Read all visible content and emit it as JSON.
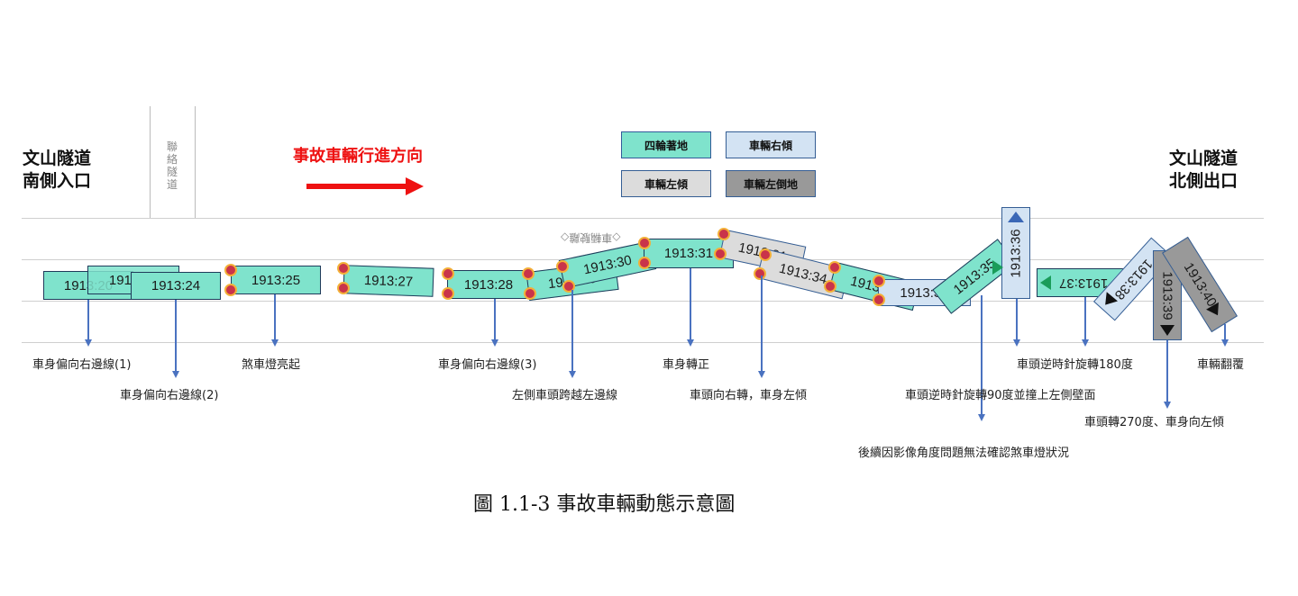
{
  "locations": {
    "south": {
      "line1": "文山隧道",
      "line2": "南側入口"
    },
    "north": {
      "line1": "文山隧道",
      "line2": "北側出口"
    },
    "connector": "聯絡隧道"
  },
  "direction_label": "事故車輛行進方向",
  "legend": [
    {
      "label": "四輪著地"
    },
    {
      "label": "車輛右傾"
    },
    {
      "label": "車輛左傾"
    },
    {
      "label": "車輛左倒地"
    }
  ],
  "ghost_text": "◇車輛駛離◇",
  "vehicles": [
    {
      "time": "1913:20"
    },
    {
      "time": "1913:22"
    },
    {
      "time": "1913:24"
    },
    {
      "time": "1913:25"
    },
    {
      "time": "1913:27"
    },
    {
      "time": "1913:28"
    },
    {
      "time": "1913:29"
    },
    {
      "time": "1913:30"
    },
    {
      "time": "1913:31"
    },
    {
      "time": "1913:31"
    },
    {
      "time": "1913:34"
    },
    {
      "time": "1913:32"
    },
    {
      "time": "1913:33"
    },
    {
      "time": "1913:35"
    },
    {
      "time": "1913:36"
    },
    {
      "time": "1913:37"
    },
    {
      "time": "1913:38"
    },
    {
      "time": "1913:39"
    },
    {
      "time": "1913:40"
    }
  ],
  "annotations": [
    {
      "text": "車身偏向右邊線(1)"
    },
    {
      "text": "車身偏向右邊線(2)"
    },
    {
      "text": "煞車燈亮起"
    },
    {
      "text": "車身偏向右邊線(3)"
    },
    {
      "text": "左側車頭跨越左邊線"
    },
    {
      "text": "車身轉正"
    },
    {
      "text": "車頭向右轉，車身左傾"
    },
    {
      "text": "後續因影像角度問題無法確認煞車燈狀況"
    },
    {
      "text": "車頭逆時針旋轉90度並撞上左側壁面"
    },
    {
      "text": "車頭逆時針旋轉180度"
    },
    {
      "text": "車頭轉270度、車身向左傾"
    },
    {
      "text": "車輛翻覆"
    }
  ],
  "colors": {
    "four_wheel": "#7fe3cc",
    "tilt_right": "#d3e3f3",
    "tilt_left": "#dcdcdc",
    "left_down": "#999999",
    "direction": "#ee1111",
    "callout": "#4a72c0"
  },
  "caption": "圖 1.1-3  事故車輛動態示意圖"
}
